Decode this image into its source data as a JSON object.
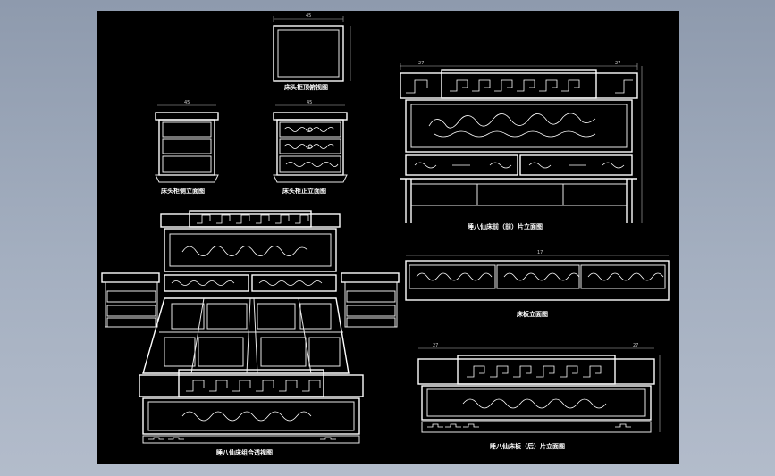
{
  "window": {
    "background": "#000000",
    "frame_color": "#9aa5b8",
    "line_color": "#ffffff"
  },
  "captions": {
    "nightstand_top": "床头柜顶俯视图",
    "nightstand_side": "床头柜侧立面图",
    "nightstand_front": "床头柜正立面图",
    "bed_head_front": "睡八仙床前（前）片立面图",
    "bed_board_front": "床板立面图",
    "bed_back_front": "睡八仙床板（后）片立面图",
    "bed_assembly": "睡八仙床组合透视图"
  },
  "dimensions": {
    "top_width": "45",
    "side_width": "45",
    "front_width": "45",
    "head_left": "27",
    "head_right": "27",
    "board_span": "17",
    "back_left": "27",
    "back_right": "27"
  }
}
